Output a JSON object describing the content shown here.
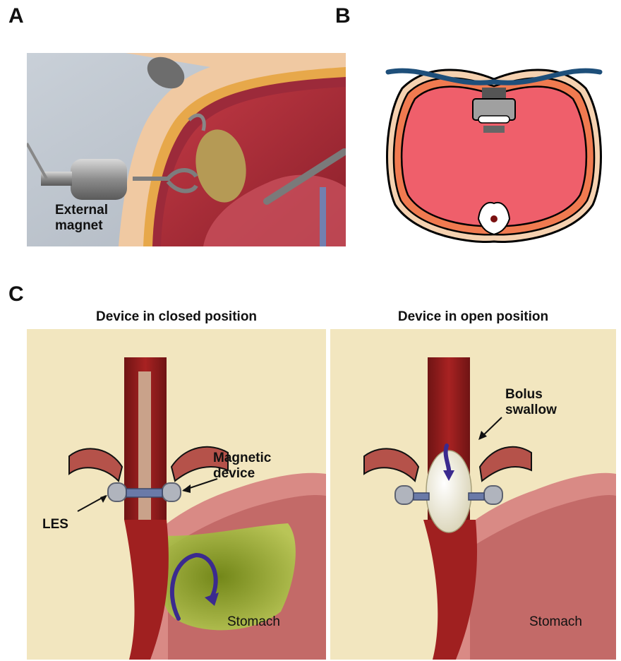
{
  "panels": {
    "a": {
      "letter": "A",
      "labels": {
        "external_magnet": "External\nmagnet"
      }
    },
    "b": {
      "letter": "B"
    },
    "c": {
      "letter": "C",
      "left": {
        "title": "Device in closed position",
        "labels": {
          "magnetic_device": "Magnetic\ndevice",
          "les": "LES",
          "stomach": "Stomach"
        }
      },
      "right": {
        "title": "Device in open position",
        "labels": {
          "bolus_swallow": "Bolus\nswallow",
          "stomach": "Stomach"
        }
      }
    }
  },
  "colors": {
    "background_c": "#f2e6bf",
    "tissue_red": "#8e1d1d",
    "stomach_pink": "#d98a85",
    "heart_red": "#ef5f6b",
    "arrow_purple": "#3b2a8f",
    "bile_green": "#8fb21a"
  }
}
